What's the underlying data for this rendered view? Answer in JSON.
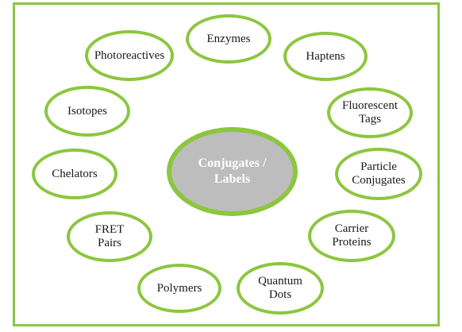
{
  "diagram": {
    "center": {
      "line1": "Conjugates /",
      "line2": "Labels"
    },
    "nodes": {
      "enzymes": "Enzymes",
      "haptens": "Haptens",
      "fluorescent_tags": {
        "line1": "Fluorescent",
        "line2": "Tags"
      },
      "particle_conjugates": {
        "line1": "Particle",
        "line2": "Conjugates"
      },
      "carrier_proteins": {
        "line1": "Carrier",
        "line2": "Proteins"
      },
      "quantum_dots": {
        "line1": "Quantum",
        "line2": "Dots"
      },
      "polymers": "Polymers",
      "fret_pairs": {
        "line1": "FRET",
        "line2": "Pairs"
      },
      "chelators": "Chelators",
      "isotopes": "Isotopes",
      "photoreactives": "Photoreactives"
    },
    "colors": {
      "outline": "#8cc63f",
      "center_fill": "#bdbdbd",
      "center_text": "#ffffff",
      "node_text": "#1a1a1a"
    }
  }
}
